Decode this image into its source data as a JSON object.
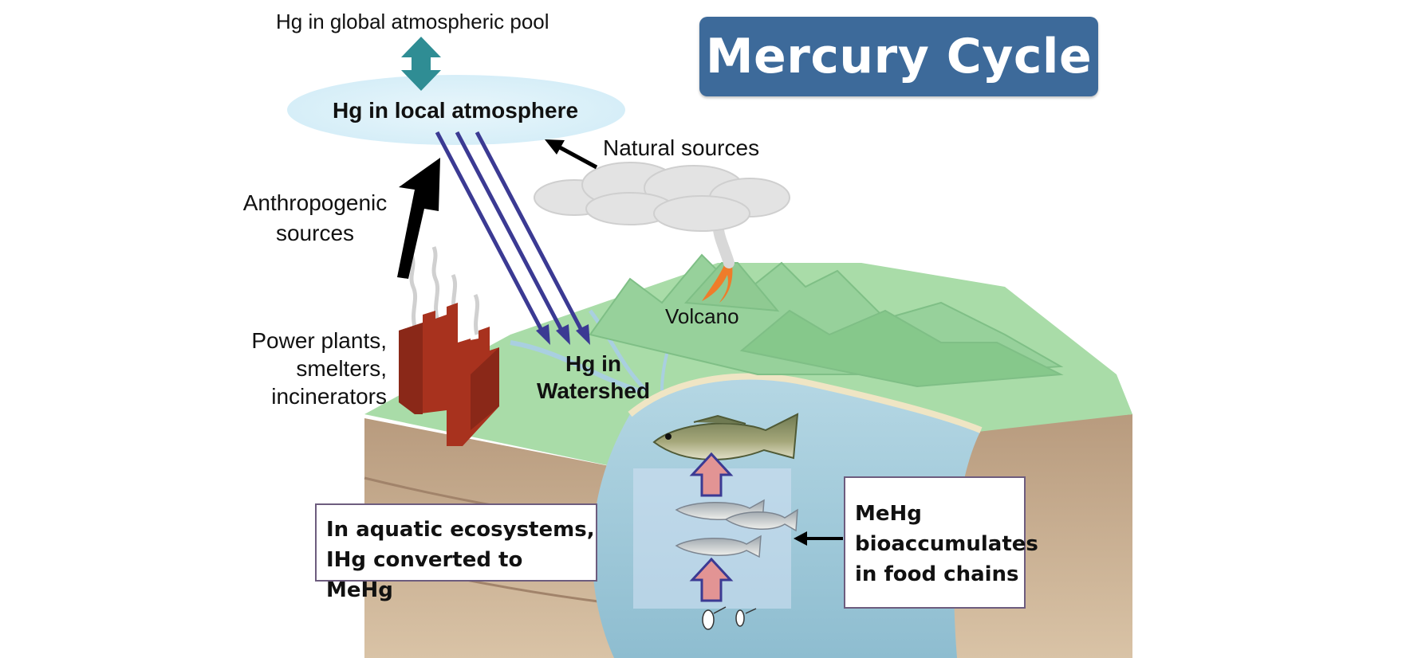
{
  "title": "Mercury Cycle",
  "labels": {
    "global_pool": "Hg in global atmospheric pool",
    "local_atmosphere": "Hg in local atmosphere",
    "natural_sources": "Natural sources",
    "anthropogenic_line1": "Anthropogenic",
    "anthropogenic_line2": "sources",
    "power_line1": "Power plants,",
    "power_line2": "smelters,",
    "power_line3": "incinerators",
    "volcano": "Volcano",
    "watershed_line1": "Hg in",
    "watershed_line2": "Watershed"
  },
  "boxes": {
    "aquatic_line1": "In aquatic ecosystems,",
    "aquatic_line2": "IHg converted to MeHg",
    "bioaccum_line1": "MeHg",
    "bioaccum_line2": "bioaccumulates",
    "bioaccum_line3": "in food chains"
  },
  "colors": {
    "title_bg": "#3d6a9a",
    "deposition_arrows": "#3b3a93",
    "double_arrow": "#2f8d94",
    "factory": "#a8321e",
    "land": "#a9dca8",
    "water": "#a9cfe0",
    "food_chain_arrow": "#e29494",
    "box_border": "#6d5c7e"
  }
}
